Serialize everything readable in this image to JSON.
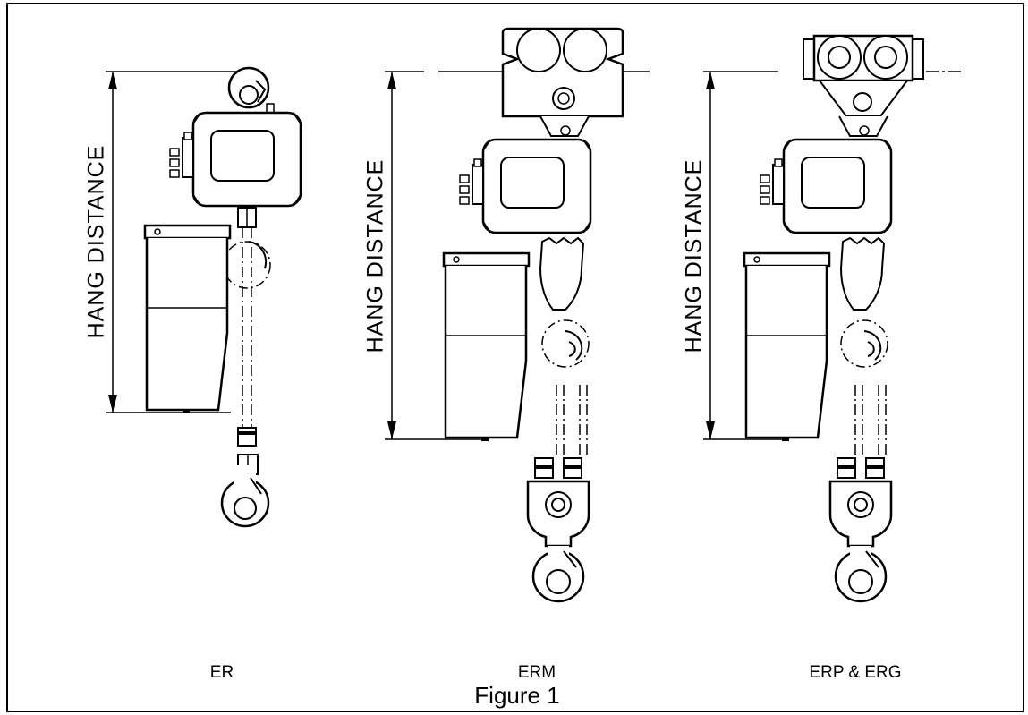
{
  "figure": {
    "caption": "Figure 1",
    "dimension_label": "HANG  DISTANCE",
    "models": [
      {
        "name": "ER"
      },
      {
        "name": "ERM"
      },
      {
        "name": "ERP & ERG"
      }
    ]
  }
}
